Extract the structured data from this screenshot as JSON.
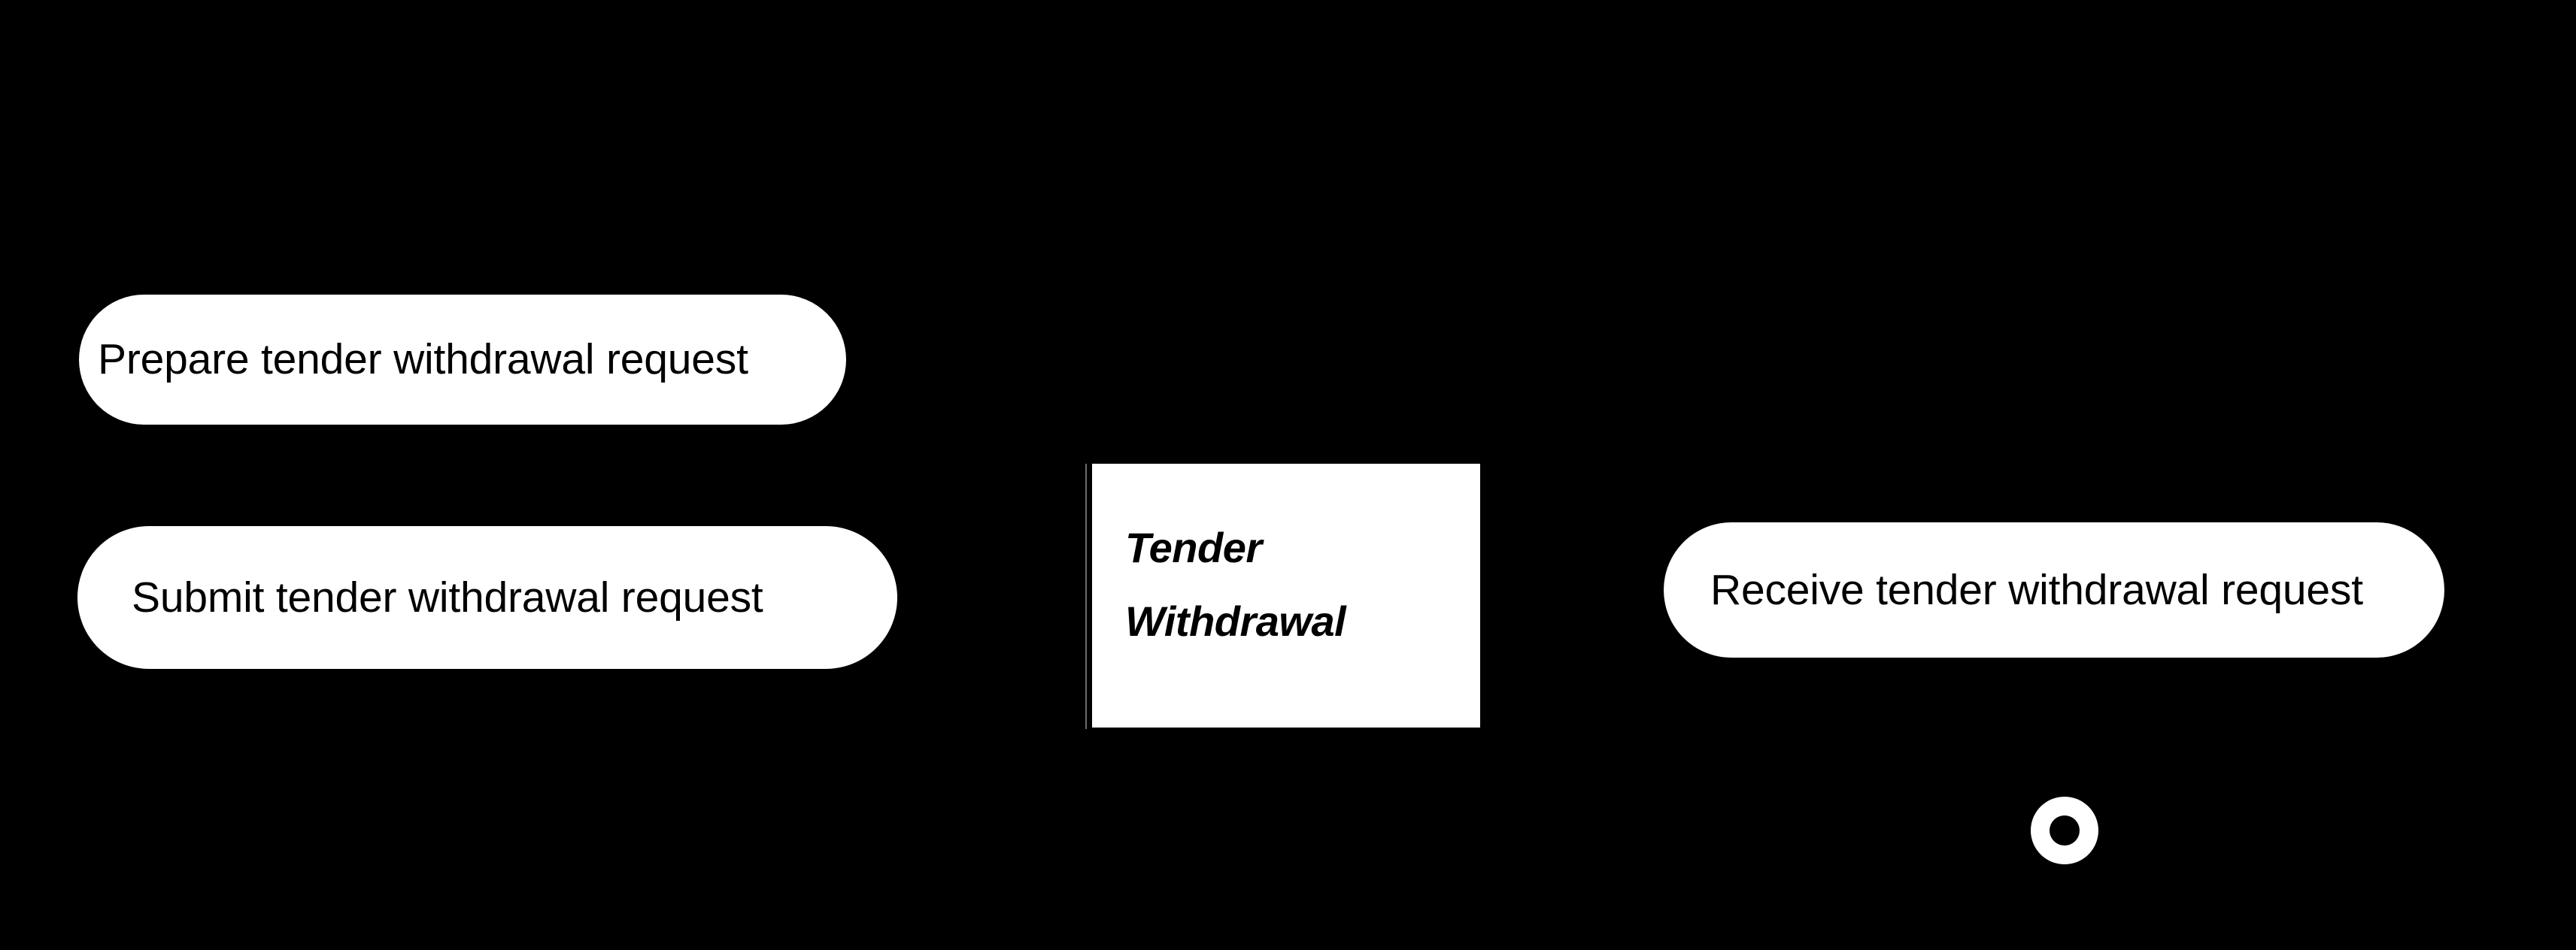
{
  "diagram": {
    "background_color": "#000000",
    "shape_fill_color": "#ffffff",
    "text_color": "#000000",
    "divider_color": "#6d6d6d"
  },
  "lane": {
    "title": "Tender\nWithdrawal",
    "title_line_1": "Tender",
    "title_line_2": "Withdrawal"
  },
  "tasks": [
    {
      "id": "prepare",
      "label": "Prepare tender withdrawal request",
      "shape": "rounded-rectangle"
    },
    {
      "id": "submit",
      "label": "Submit tender withdrawal request",
      "shape": "rounded-rectangle"
    },
    {
      "id": "receive",
      "label": "Receive tender withdrawal request",
      "shape": "rounded-rectangle"
    }
  ],
  "events": [
    {
      "id": "event-ring",
      "type": "ring",
      "label": ""
    }
  ]
}
